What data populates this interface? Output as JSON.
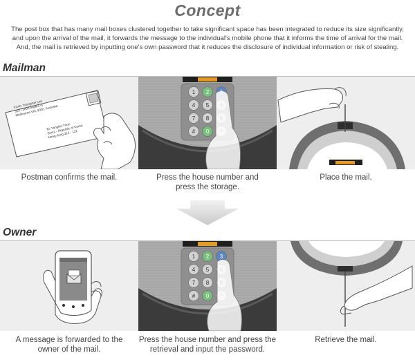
{
  "header": {
    "title": "Concept",
    "intro_lines": [
      "The post box that has many mail boxes clustered together to take significant space has been integrated to reduce its size significantly,",
      "and upon the arrival of the mail, it forwards the message to the individual's mobile phone that it informs the time of arrival for the mail.",
      "And, the mail is retrieved by inputting one's own password that it reduces the disclosure of individual information or risk of stealing."
    ]
  },
  "mailman": {
    "label": "Mailman",
    "envelope": {
      "from_lines": [
        "From: Youngsuk Lee",
        "313 / 200 Flinders st",
        "Melbourne VIC 3000, Australia"
      ],
      "to_lines": [
        "To: Yongkin Yoon",
        "Seoul - Republic of Korea",
        "Nong-Jung 312 - 122"
      ]
    },
    "steps": [
      {
        "caption_lines": [
          "Postman confirms the mail."
        ]
      },
      {
        "caption_lines": [
          "Press the house number and",
          "press the storage."
        ]
      },
      {
        "caption_lines": [
          "Place the mail."
        ]
      }
    ]
  },
  "owner": {
    "label": "Owner",
    "steps": [
      {
        "caption_lines": [
          "A message is forwarded to the",
          "owner of the mail."
        ]
      },
      {
        "caption_lines": [
          "Press the house number and press the",
          "retrieval and input the password."
        ]
      },
      {
        "caption_lines": [
          "Retrieve the mail."
        ]
      }
    ]
  },
  "keypad": {
    "keys": [
      "1",
      "2",
      "3",
      "4",
      "5",
      "6",
      "7",
      "8",
      "9",
      "#",
      "0",
      "*"
    ],
    "green_keys": [
      "2",
      "0"
    ],
    "blue_key": "3"
  },
  "colors": {
    "band_bg": "#eeeeee",
    "panel_metal": "#a9a9a9",
    "ring_dark": "#3a3a3a",
    "key_green": "#7bbf7e",
    "key_blue": "#5b86c2",
    "display_orange": "#e09a2a"
  }
}
